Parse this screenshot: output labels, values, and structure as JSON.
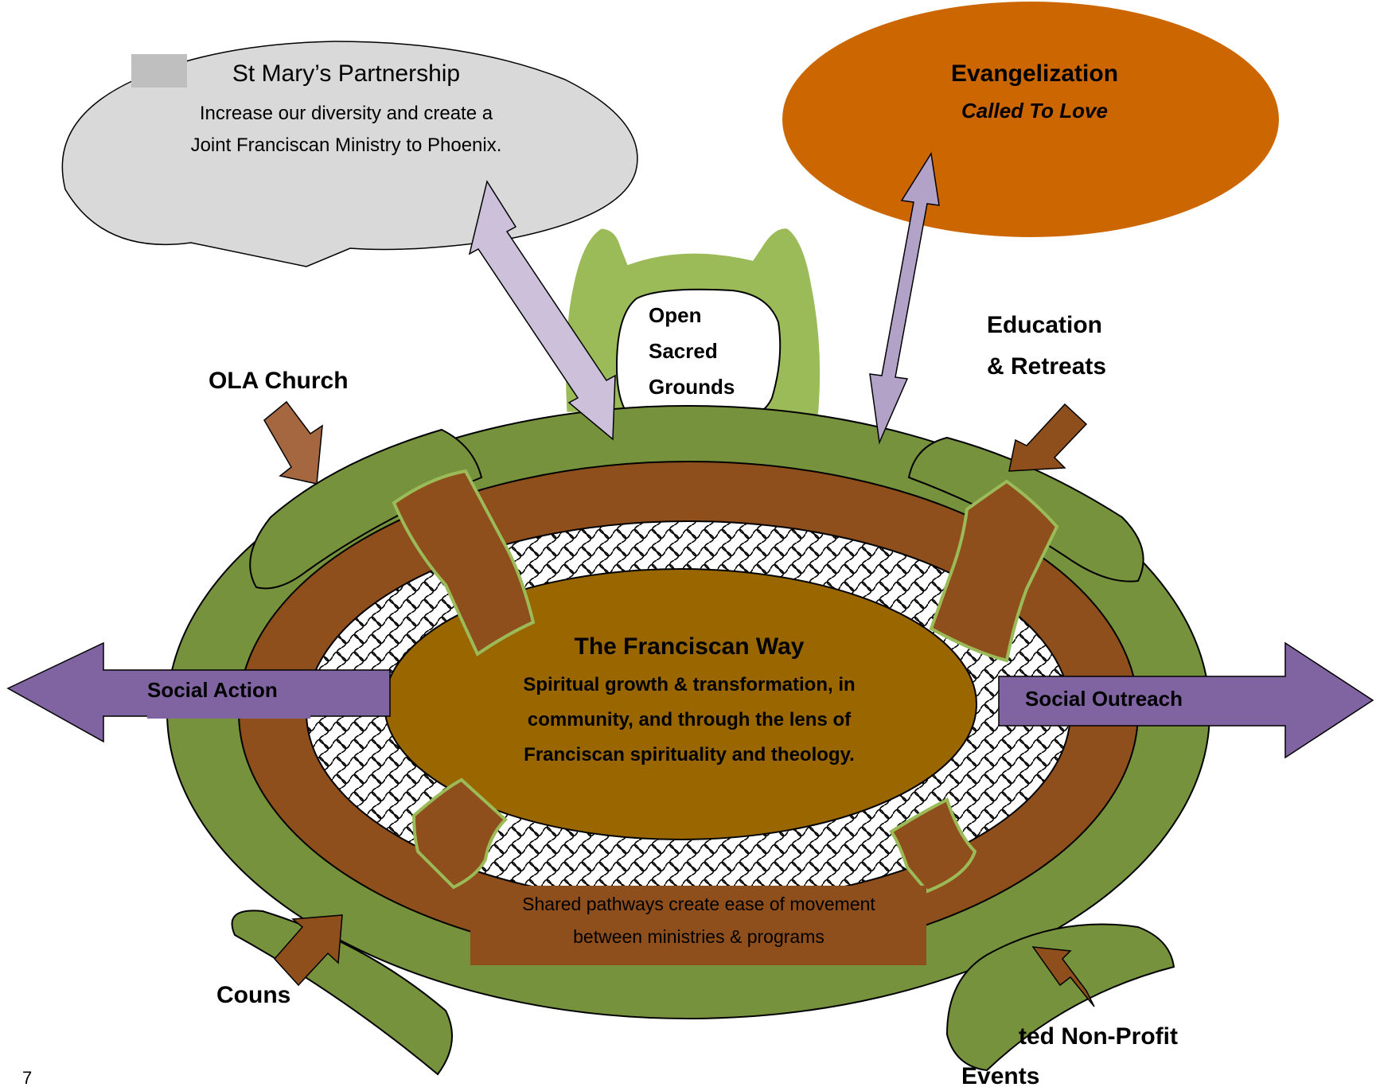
{
  "partnership": {
    "title": "St Mary’s Partnership",
    "line1": "Increase our diversity and create a",
    "line2": "Joint Franciscan Ministry to Phoenix."
  },
  "evangelization": {
    "title": "Evangelization",
    "subtitle": "Called To Love"
  },
  "sacred_grounds": {
    "line1": "Open",
    "line2": "Sacred",
    "line3": "Grounds"
  },
  "labels": {
    "ola_church": "OLA Church",
    "education_line1": "Education",
    "education_line2": "& Retreats",
    "social_action": "Social Action",
    "social_outreach": "Social Outreach",
    "counseling_partial": "Couns",
    "nonprofit_line1": "ted Non-Profit",
    "nonprofit_line2": "Events"
  },
  "center": {
    "title": "The Franciscan Way",
    "line1": "Spiritual growth & transformation, in",
    "line2": "community, and through the lens of",
    "line3": "Franciscan spirituality and theology."
  },
  "pathways": {
    "line1": "Shared pathways create ease of movement",
    "line2": "between ministries & programs"
  },
  "page_number": "7",
  "colors": {
    "outer_green": "#77923c",
    "light_green": "#9bbb59",
    "brown": "#8f4f1c",
    "center_fill": "#996600",
    "gray_ellipse": "#d9d9d9",
    "orange_ellipse": "#cc6600",
    "purple_arrow": "#8064a2",
    "lavender_arrow": "#ccc0da",
    "lilac_arrow": "#b3a2c7",
    "brown_arrow": "#a5673f",
    "title_dark_red": "#7f3f00"
  }
}
